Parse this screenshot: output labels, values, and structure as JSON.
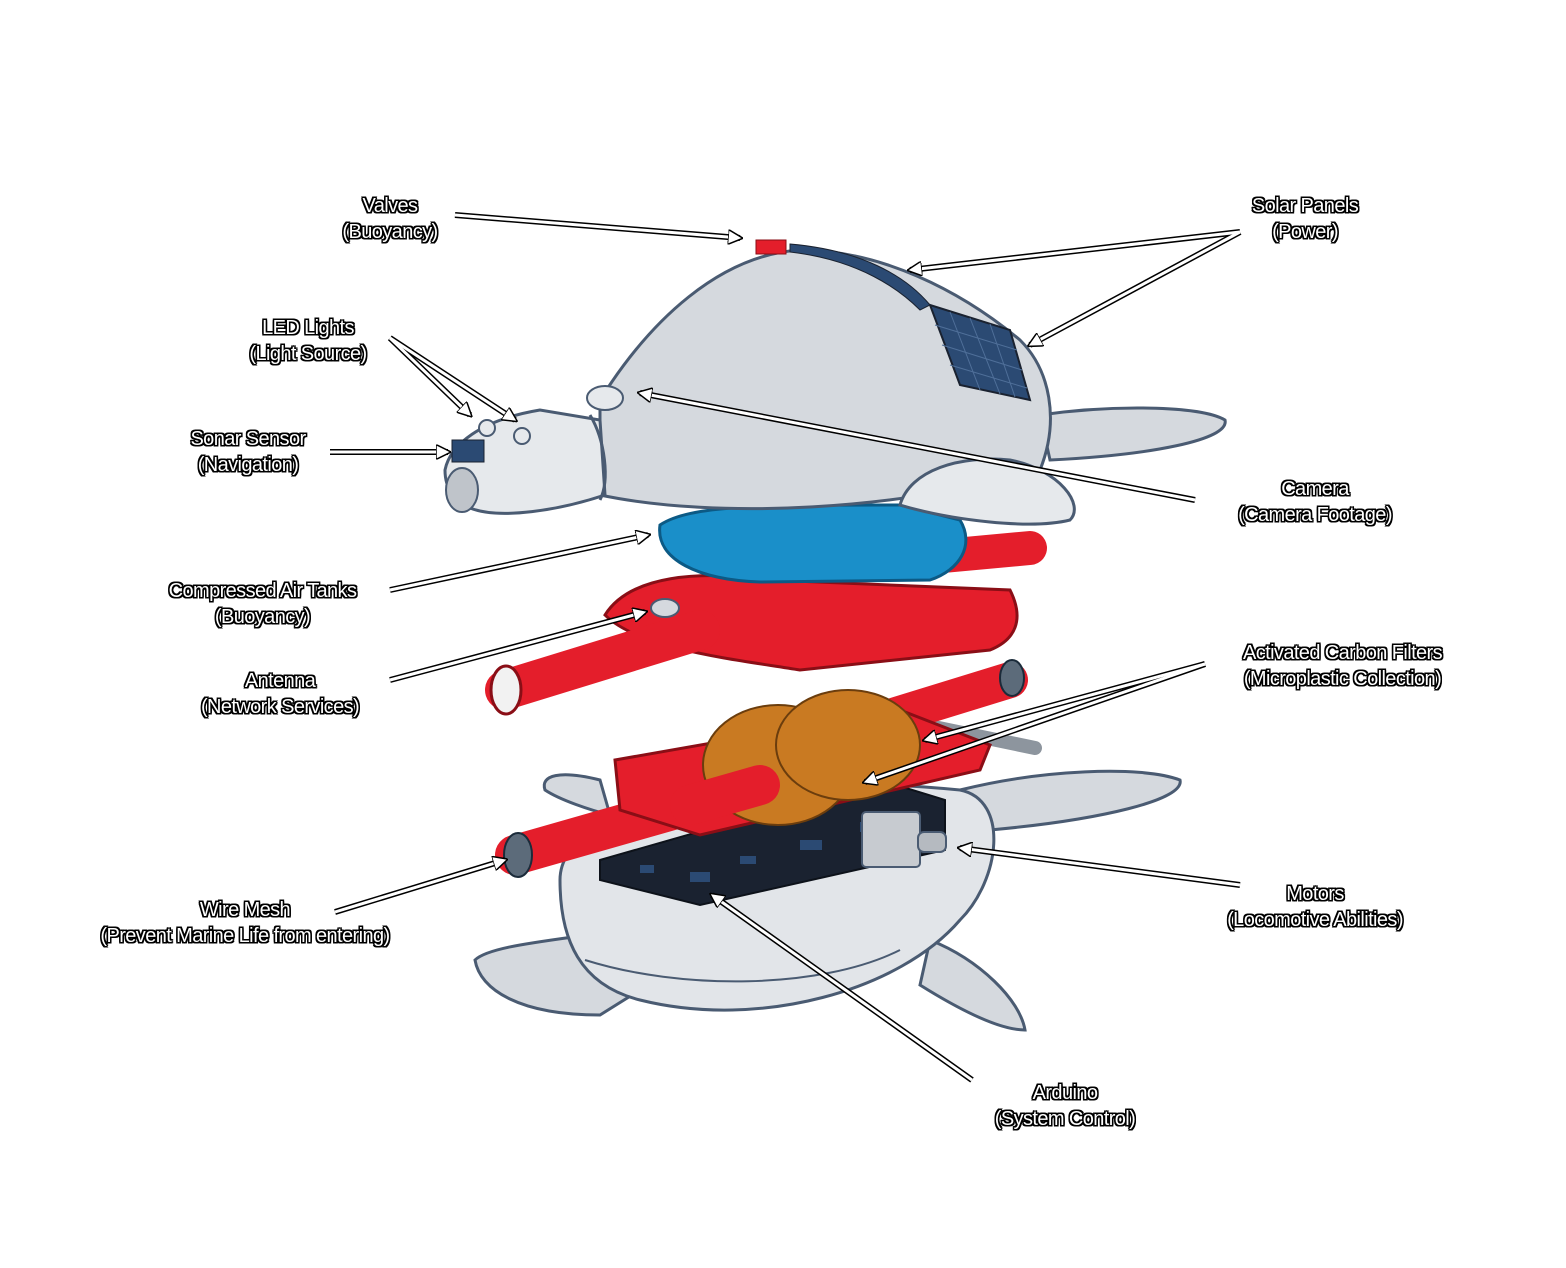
{
  "colors": {
    "shell": "#d5d9de",
    "outline": "#4a5b72",
    "red": "#e41e2b",
    "blue": "#1a8fc9",
    "orange": "#c97a22",
    "pcb": "#1a2230",
    "arrow": "#ffffff"
  },
  "labels": {
    "valves": {
      "name": "Valves",
      "desc": "(Buoyancy)"
    },
    "solar": {
      "name": "Solar Panels",
      "desc": "(Power)"
    },
    "led": {
      "name": "LED Lights",
      "desc": "(Light Source)"
    },
    "sonar": {
      "name": "Sonar Sensor",
      "desc": "(Navigation)"
    },
    "camera": {
      "name": "Camera",
      "desc": "(Camera Footage)"
    },
    "air": {
      "name": "Compressed Air Tanks",
      "desc": "(Buoyancy)"
    },
    "antenna": {
      "name": "Antenna",
      "desc": "(Network Services)"
    },
    "carbon": {
      "name": "Activated Carbon Filters",
      "desc": "(Microplastic Collection)"
    },
    "wire": {
      "name": "Wire Mesh",
      "desc": "(Prevent Marine Life from entering)"
    },
    "motors": {
      "name": "Motors",
      "desc": "(Locomotive Abilities)"
    },
    "arduino": {
      "name": "Arduino",
      "desc": "(System Control)"
    }
  },
  "icons": [
    "arrow-icon"
  ]
}
